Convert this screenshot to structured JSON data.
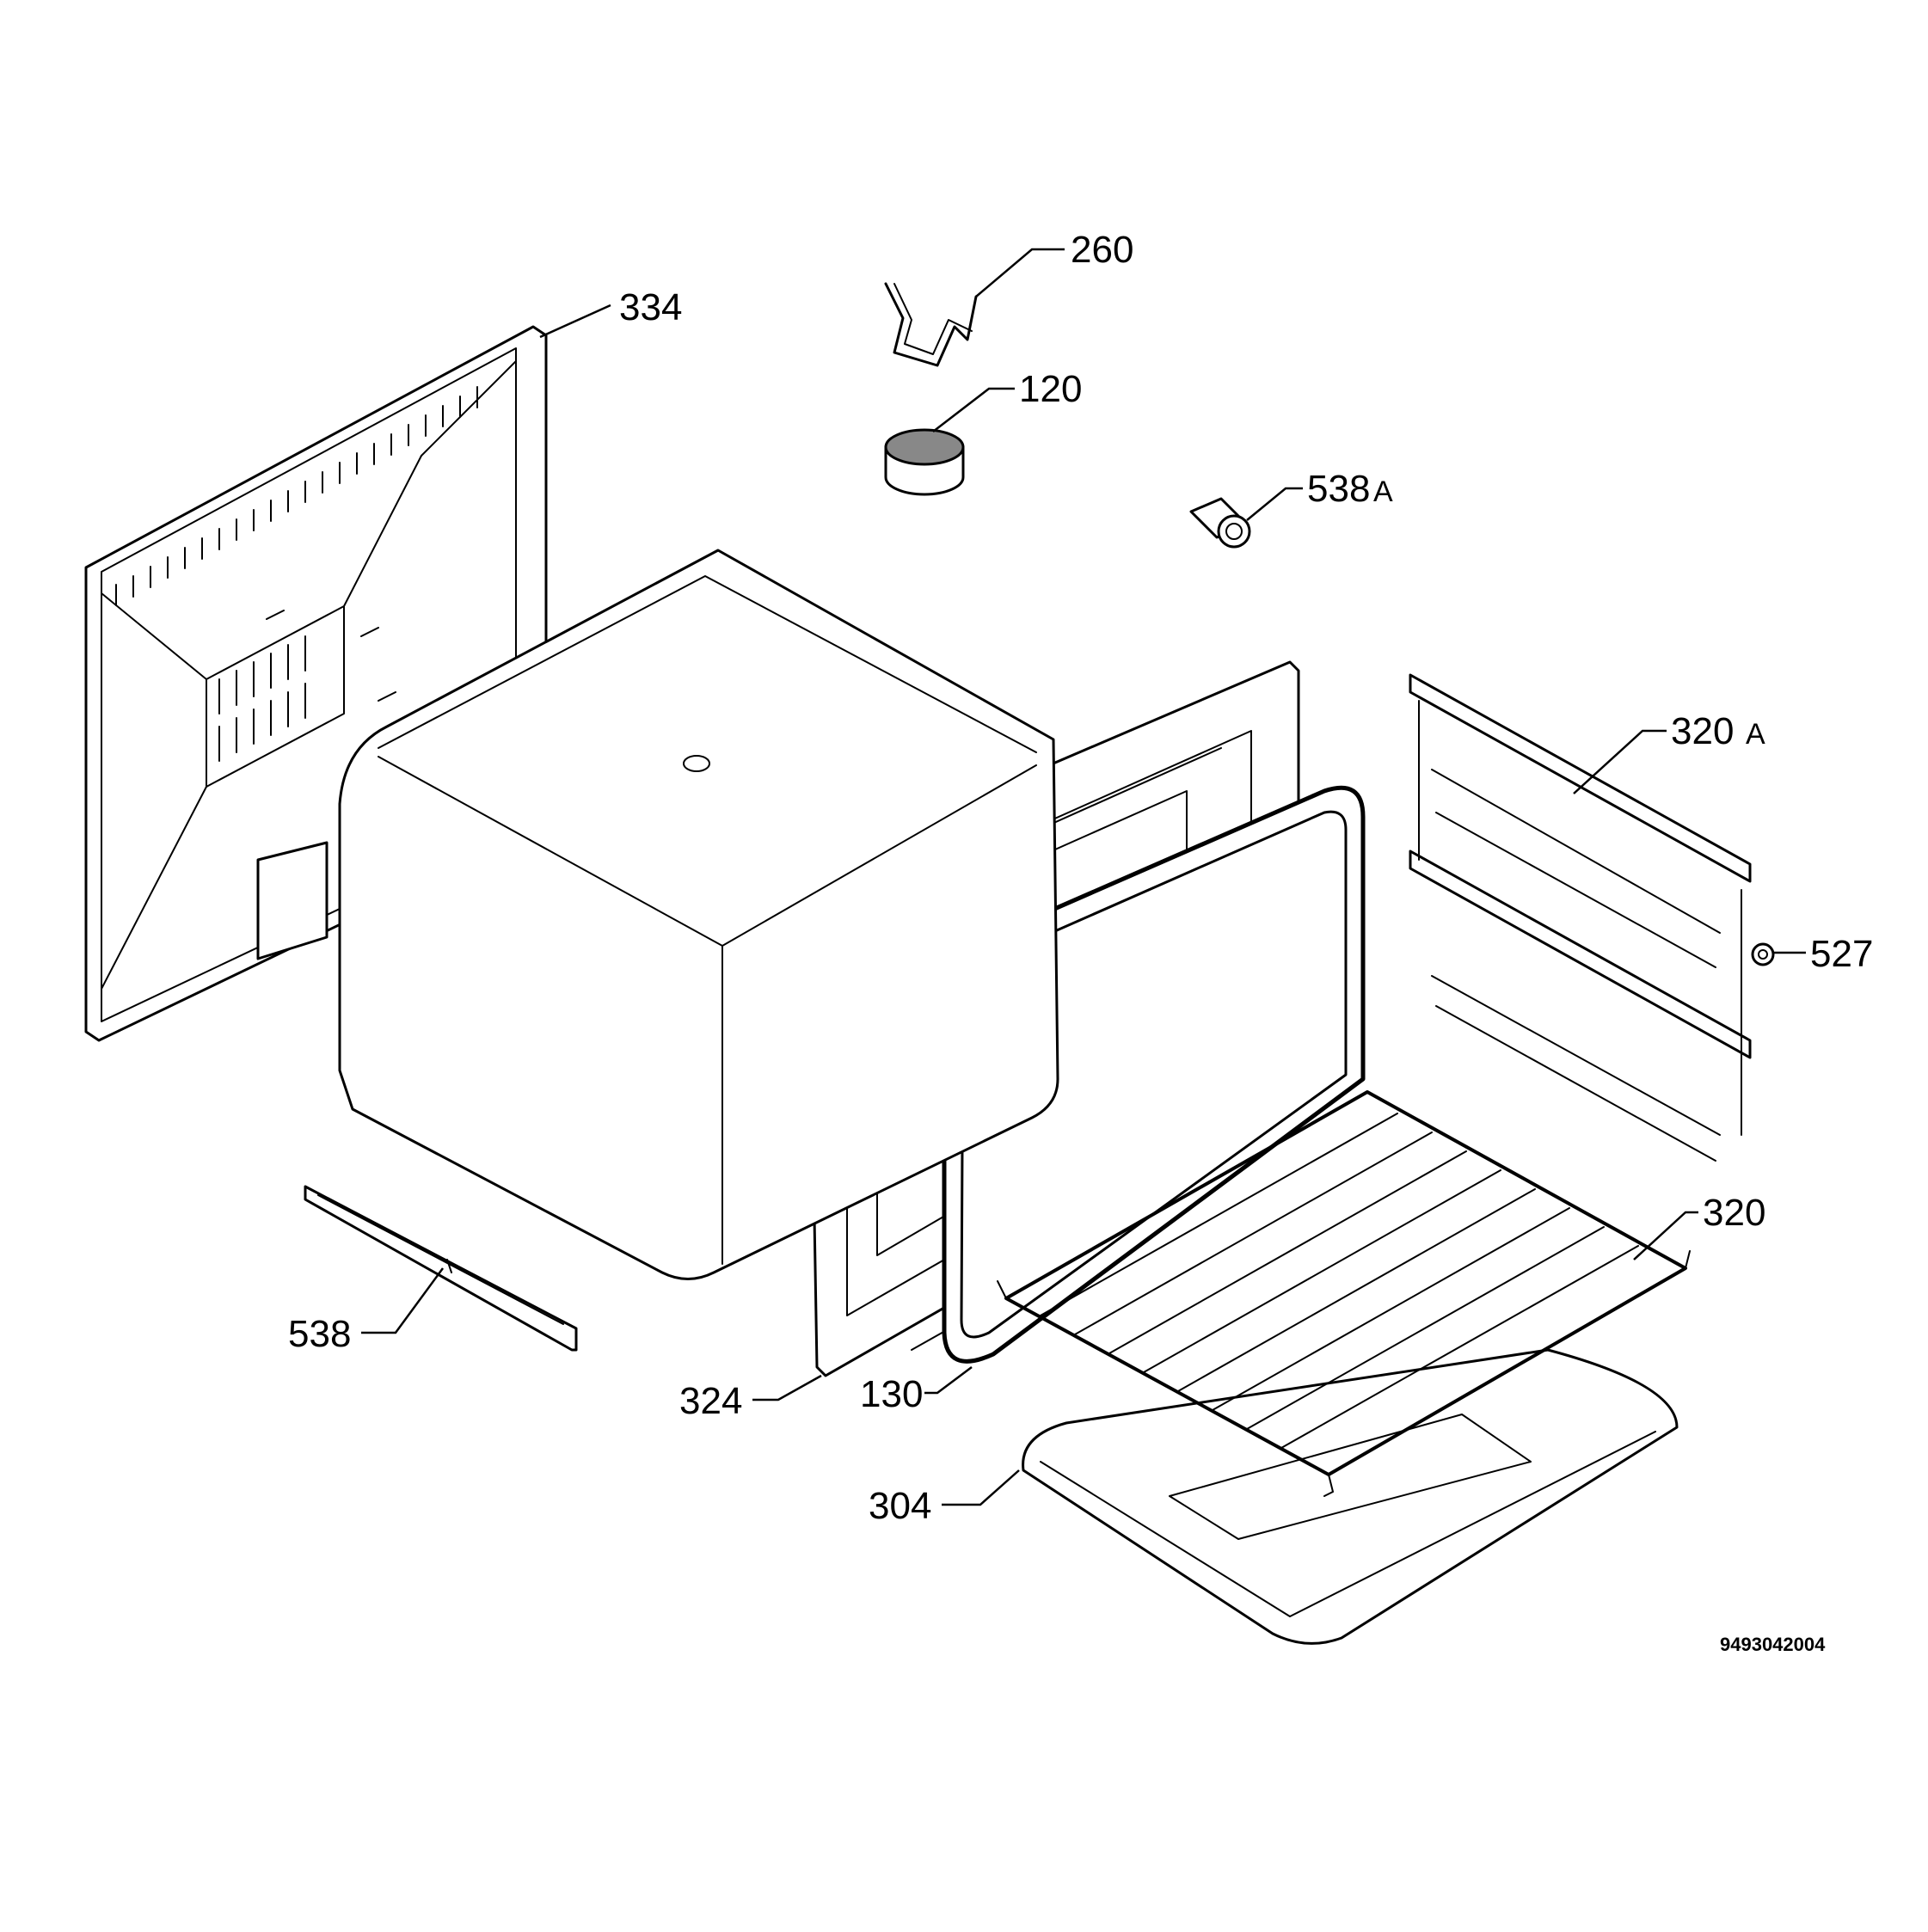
{
  "diagram": {
    "callouts": [
      {
        "id": "p260",
        "number": "260",
        "suffix": ""
      },
      {
        "id": "p334",
        "number": "334",
        "suffix": ""
      },
      {
        "id": "p120",
        "number": "120",
        "suffix": ""
      },
      {
        "id": "p538a",
        "number": "538",
        "suffix": "A"
      },
      {
        "id": "p320a",
        "number": "320",
        "suffix": "A"
      },
      {
        "id": "p527",
        "number": "527",
        "suffix": ""
      },
      {
        "id": "p320",
        "number": "320",
        "suffix": ""
      },
      {
        "id": "p538",
        "number": "538",
        "suffix": ""
      },
      {
        "id": "p324",
        "number": "324",
        "suffix": ""
      },
      {
        "id": "p130",
        "number": "130",
        "suffix": ""
      },
      {
        "id": "p304",
        "number": "304",
        "suffix": ""
      }
    ],
    "drawing_code": "9493042004"
  }
}
